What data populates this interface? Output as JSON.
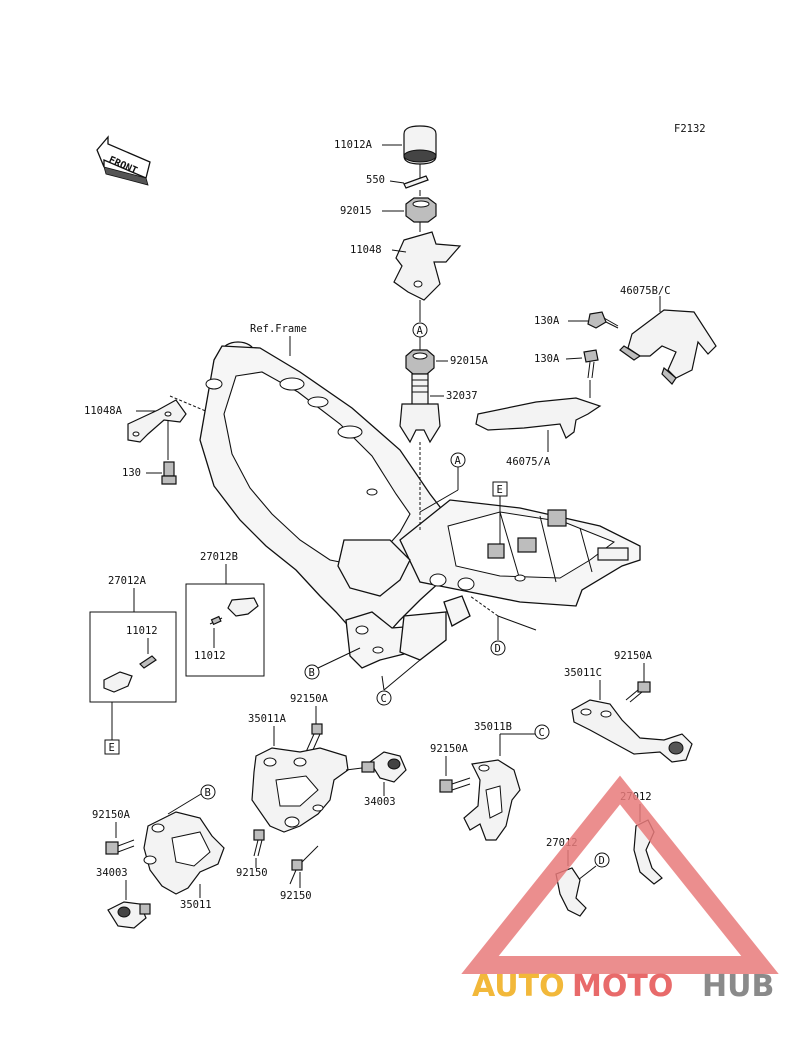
{
  "diagram_id": "F2132",
  "front_label": "FRONT",
  "ref_frame_label": "Ref.Frame",
  "labels": {
    "p11012A": "11012A",
    "p550": "550",
    "p92015": "92015",
    "p11048": "11048",
    "p92015A": "92015A",
    "p32037": "32037",
    "p130A_1": "130A",
    "p130A_2": "130A",
    "p46075BC": "46075B/C",
    "p46075A": "46075/A",
    "p11048A": "11048A",
    "p130": "130",
    "p27012B": "27012B",
    "p11012_b": "11012",
    "p27012A": "27012A",
    "p11012_a": "11012",
    "p92150A_1": "92150A",
    "p35011A": "35011A",
    "p34003_1": "34003",
    "p92150A_2": "92150A",
    "p35011C": "35011C",
    "p35011B": "35011B",
    "p92150A_3": "92150A",
    "p27012_1": "27012",
    "p27012_2": "27012",
    "p92150A_4": "92150A",
    "p34003_2": "34003",
    "p35011": "35011",
    "p92150_1": "92150",
    "p92150_2": "92150"
  },
  "callouts": {
    "A1": "A",
    "A2": "A",
    "B1": "B",
    "B2": "B",
    "C1": "C",
    "C2": "C",
    "D1": "D",
    "D2": "D",
    "E1": "E",
    "E2": "E"
  },
  "watermark": {
    "part1": "AUTO",
    "part2": "MOTO",
    "part3": "HUB",
    "color1": "#f2b83a",
    "color2": "#e86a6a",
    "color3": "#8a8a8a"
  }
}
